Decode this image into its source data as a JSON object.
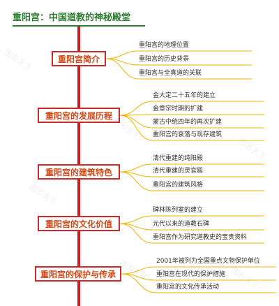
{
  "title": "重阳宫：中国道教的神秘殿堂",
  "watermark": "图形天下",
  "colors": {
    "title": "#2e7d32",
    "trunk": "#cc1f1f",
    "node_border": "#cc2a2a",
    "node_text": "#d04a1a",
    "link": "#f0b400"
  },
  "branches": [
    {
      "label": "重阳宫简介",
      "items": [
        "重阳宫的地理位置",
        "重阳宫的历史背景",
        "重阳宫与全真道的关联"
      ]
    },
    {
      "label": "重阳宫的发展历程",
      "items": [
        "金大定二十五年的建立",
        "金章宗时期的扩建",
        "蒙古中统四年的再次扩建",
        "重阳宫的衰落与现存建筑"
      ]
    },
    {
      "label": "重阳宫的建筑特色",
      "items": [
        "清代重建的纯阳殿",
        "清代重建的灵官殿",
        "重阳宫的建筑风格"
      ]
    },
    {
      "label": "重阳宫的文化价值",
      "items": [
        "碑林陈列室的建立",
        "元代以来的道教石碑",
        "重阳宫作为研究道教史的宝贵资料"
      ]
    },
    {
      "label": "重阳宫的保护与传承",
      "items": [
        "2001年被列为全国重点文物保护单位",
        "重阳宫在现代的保护措施",
        "重阳宫的文化传承活动"
      ]
    }
  ]
}
